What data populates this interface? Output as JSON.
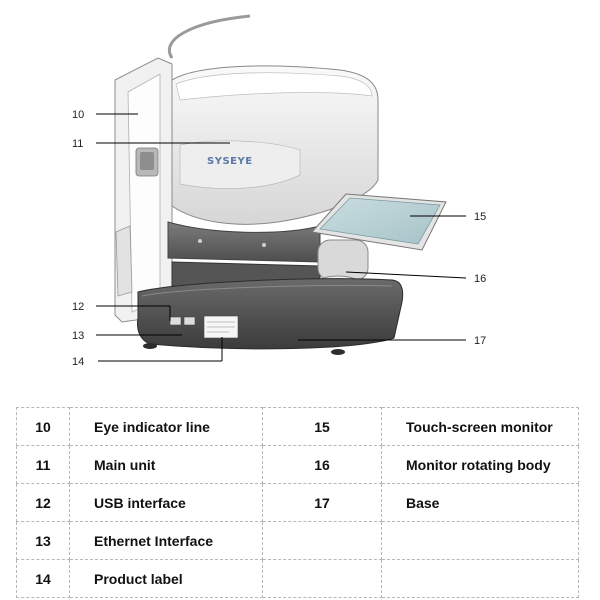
{
  "diagram": {
    "brand_text": "SYSEYE",
    "callouts": [
      {
        "id": "10",
        "label_ref": "Eye indicator line"
      },
      {
        "id": "11",
        "label_ref": "Main unit"
      },
      {
        "id": "12",
        "label_ref": "USB interface"
      },
      {
        "id": "13",
        "label_ref": "Ethernet Interface"
      },
      {
        "id": "14",
        "label_ref": "Product label"
      },
      {
        "id": "15",
        "label_ref": "Touch-screen monitor"
      },
      {
        "id": "16",
        "label_ref": "Monitor rotating body"
      },
      {
        "id": "17",
        "label_ref": "Base"
      }
    ]
  },
  "legend": {
    "rows": [
      {
        "num": "10",
        "desc": "Eye indicator line",
        "num2": "15",
        "desc2": "Touch-screen monitor"
      },
      {
        "num": "11",
        "desc": "Main unit",
        "num2": "16",
        "desc2": "Monitor rotating body"
      },
      {
        "num": "12",
        "desc": "USB interface",
        "num2": "17",
        "desc2": "Base"
      },
      {
        "num": "13",
        "desc": "Ethernet Interface",
        "num2": "",
        "desc2": ""
      },
      {
        "num": "14",
        "desc": "Product label",
        "num2": "",
        "desc2": ""
      }
    ]
  }
}
